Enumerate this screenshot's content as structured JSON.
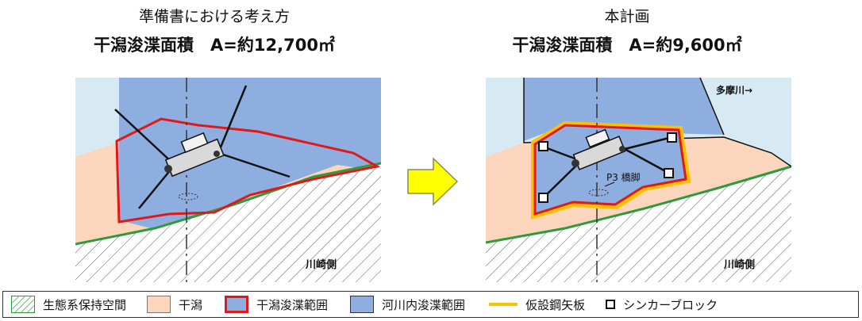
{
  "left": {
    "subtitle": "準備書における考え方",
    "title": "干潟浚渫面積　A=約12,700㎡",
    "label_bottom": "川崎側"
  },
  "right": {
    "subtitle": "本計画",
    "title": "干潟浚渫面積　A=約9,600㎡",
    "label_river": "多摩川→",
    "label_pier": "P3 橋脚",
    "label_bottom": "川崎側"
  },
  "legend": {
    "ecosystem": "生態系保持空間",
    "tidal_flat": "干潟",
    "dredge_range": "干潟浚渫範囲",
    "river_dredge": "河川内浚渫範囲",
    "steel_sheet": "仮設鋼矢板",
    "sinker_block": "シンカーブロック"
  },
  "colors": {
    "water_light": "#d7eaf3",
    "river_blue": "#8eaee0",
    "tidal": "#fbd6bc",
    "hatch_green": "#2e9a3c",
    "dredge_red": "#e01818",
    "sheet_yellow": "#ffc000",
    "arrow_yellow": "#ffff00"
  }
}
